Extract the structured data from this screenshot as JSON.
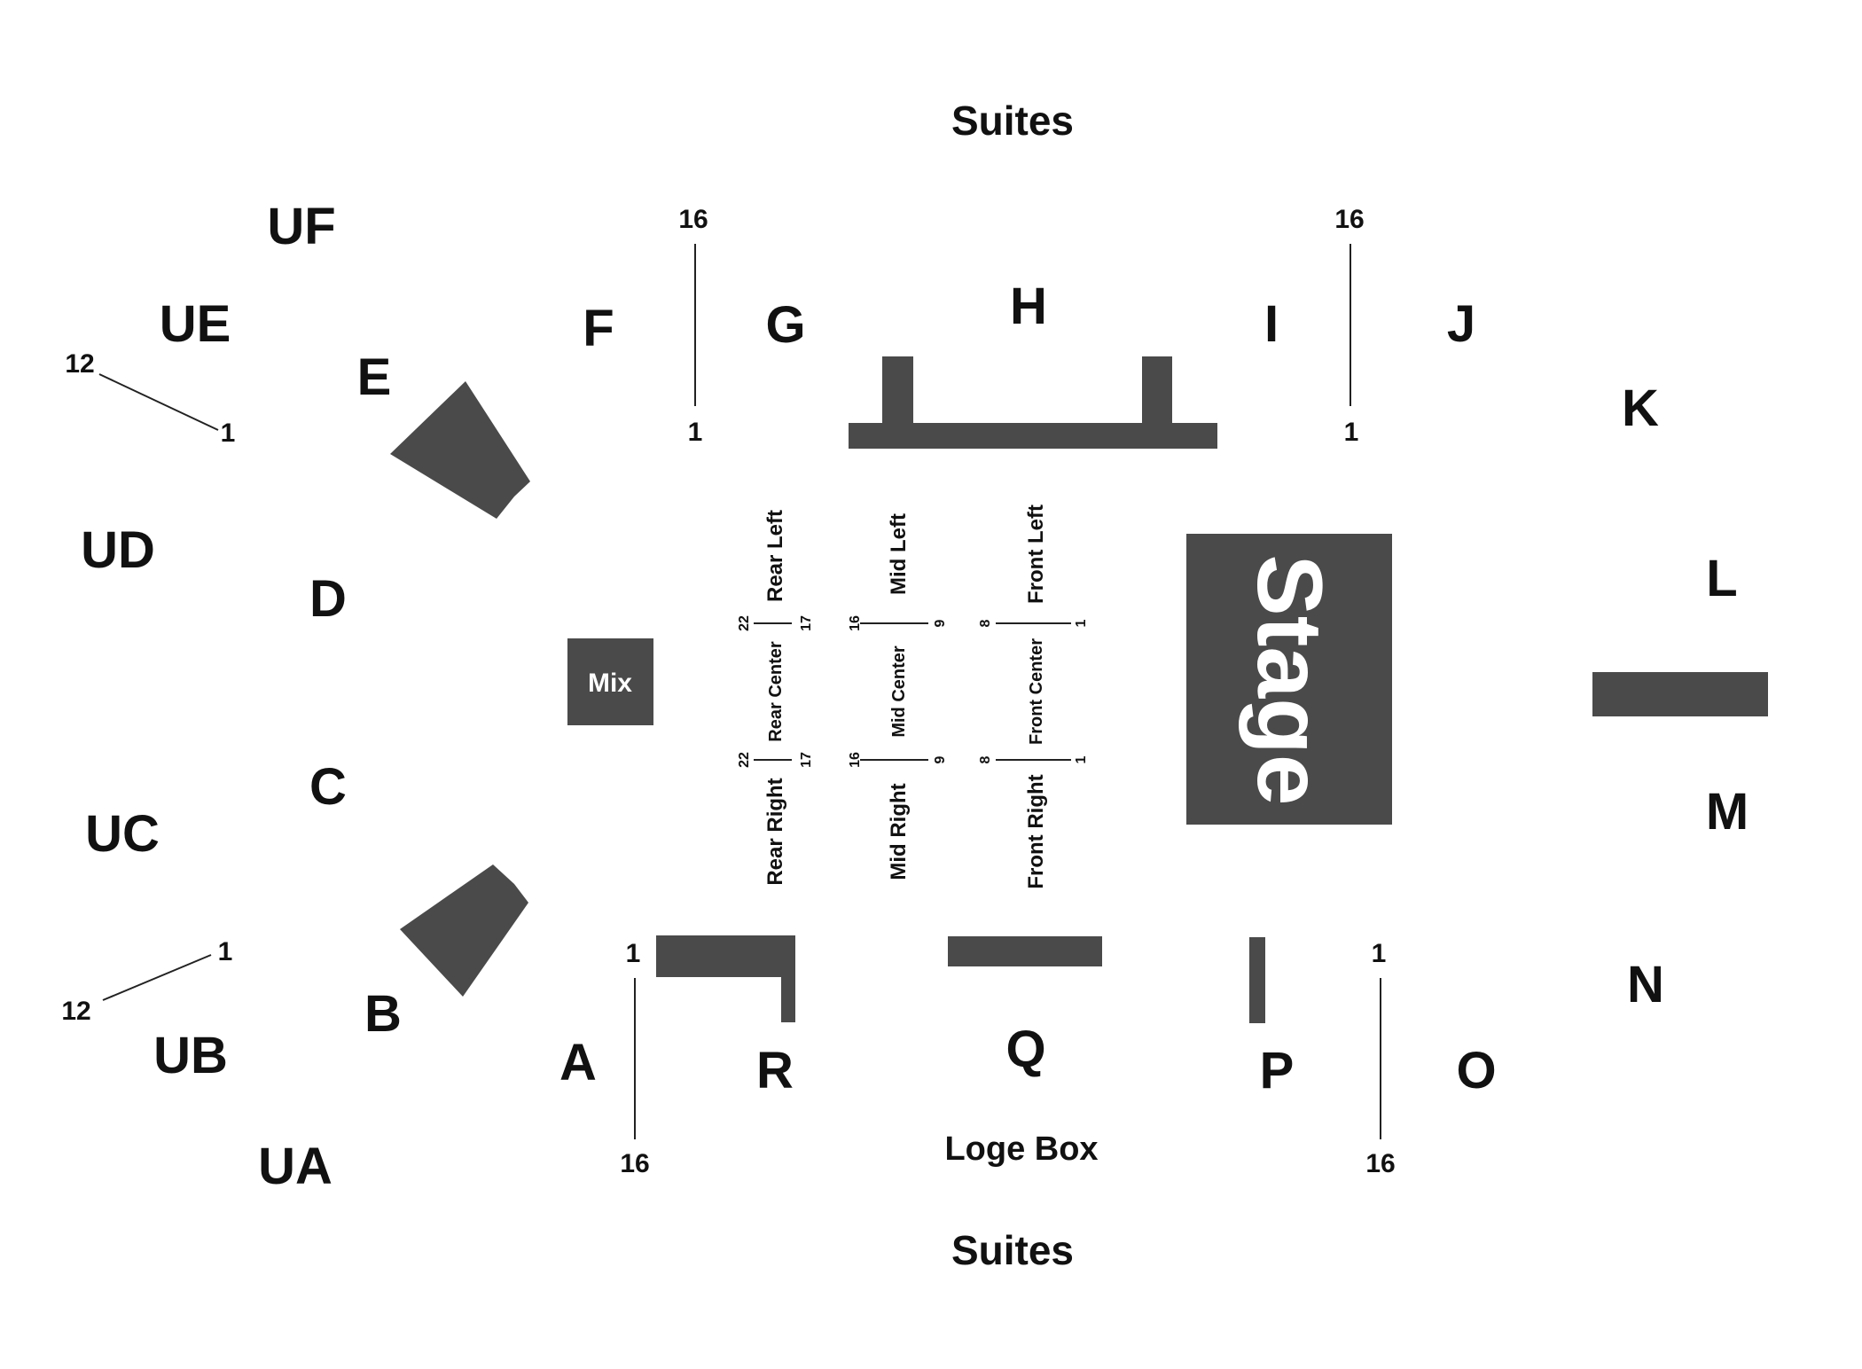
{
  "venue": {
    "suites_top": "Suites",
    "suites_bottom": "Suites",
    "loge_box": "Loge Box",
    "stage": "Stage",
    "mix": "Mix"
  },
  "sections": {
    "UF": "UF",
    "UE": "UE",
    "UD": "UD",
    "UC": "UC",
    "UB": "UB",
    "UA": "UA",
    "E": "E",
    "D": "D",
    "C": "C",
    "B": "B",
    "F": "F",
    "G": "G",
    "H": "H",
    "I": "I",
    "J": "J",
    "K": "K",
    "L": "L",
    "M": "M",
    "N": "N",
    "A": "A",
    "R": "R",
    "Q": "Q",
    "P": "P",
    "O": "O"
  },
  "floor": {
    "rear_left": "Rear Left",
    "rear_center": "Rear Center",
    "rear_right": "Rear Right",
    "mid_left": "Mid Left",
    "mid_center": "Mid Center",
    "mid_right": "Mid Right",
    "front_left": "Front Left",
    "front_center": "Front Center",
    "front_right": "Front Right"
  },
  "row_numbers": {
    "ue_12": "12",
    "ue_1": "1",
    "ub_1": "1",
    "ub_12": "12",
    "fg_16": "16",
    "fg_1": "1",
    "ij_16": "16",
    "ij_1": "1",
    "ar_1": "1",
    "ar_16": "16",
    "po_1": "1",
    "po_16": "16",
    "rear_22_top": "22",
    "rear_17_top": "17",
    "mid_16_top": "16",
    "mid_9_top": "9",
    "front_8_top": "8",
    "front_1_top": "1",
    "rear_22_bot": "22",
    "rear_17_bot": "17",
    "mid_16_bot": "16",
    "mid_9_bot": "9",
    "front_8_bot": "8",
    "front_1_bot": "1"
  }
}
